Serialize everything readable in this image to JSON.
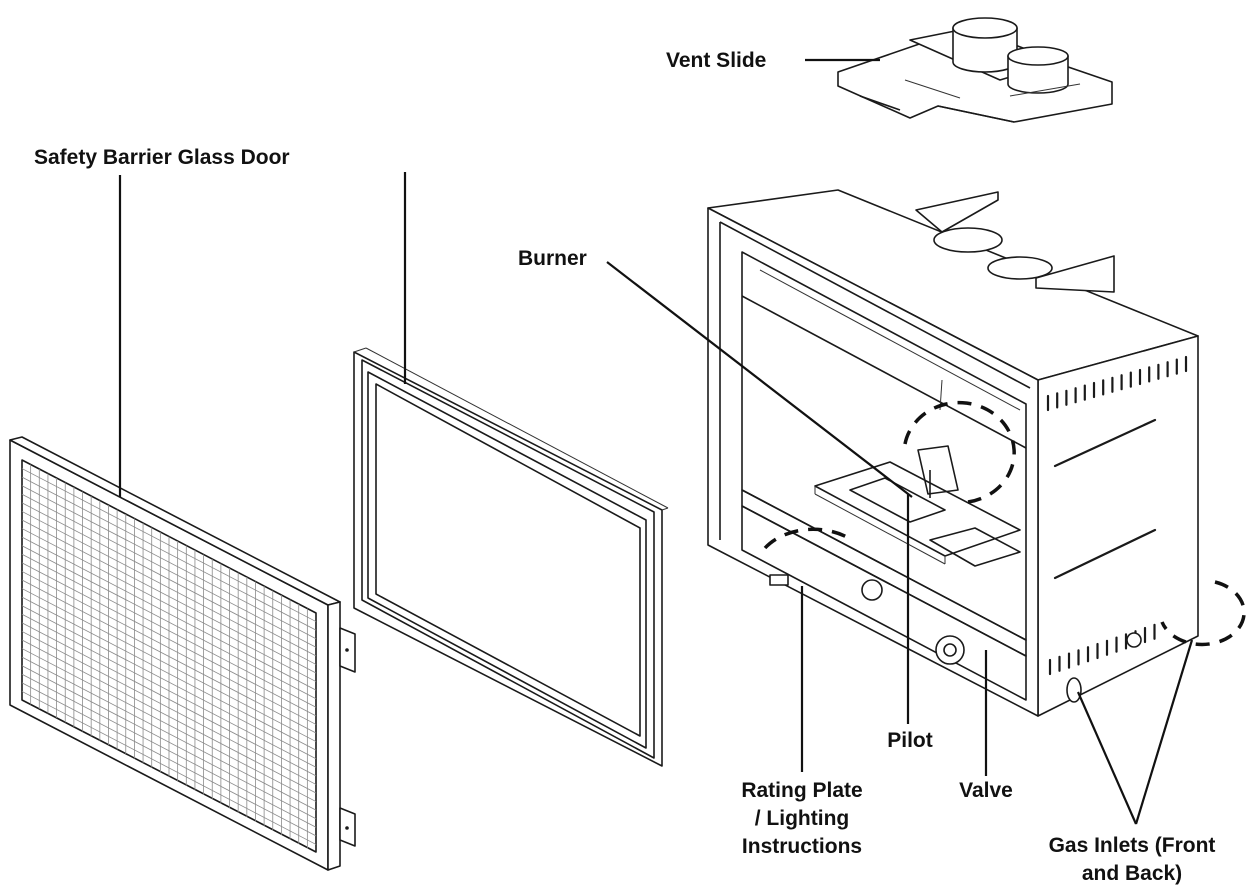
{
  "labels": {
    "vent_slide": "Vent Slide",
    "safety_barrier": "Safety Barrier Glass Door",
    "burner": "Burner",
    "pilot": "Pilot",
    "rating_plate_line1": "Rating Plate",
    "rating_plate_line2": "/ Lighting",
    "rating_plate_line3": "Instructions",
    "valve": "Valve",
    "gas_inlets_line1": "Gas Inlets (Front",
    "gas_inlets_line2": "and Back)"
  },
  "colors": {
    "line": "#1a1a1a",
    "background": "#ffffff"
  }
}
